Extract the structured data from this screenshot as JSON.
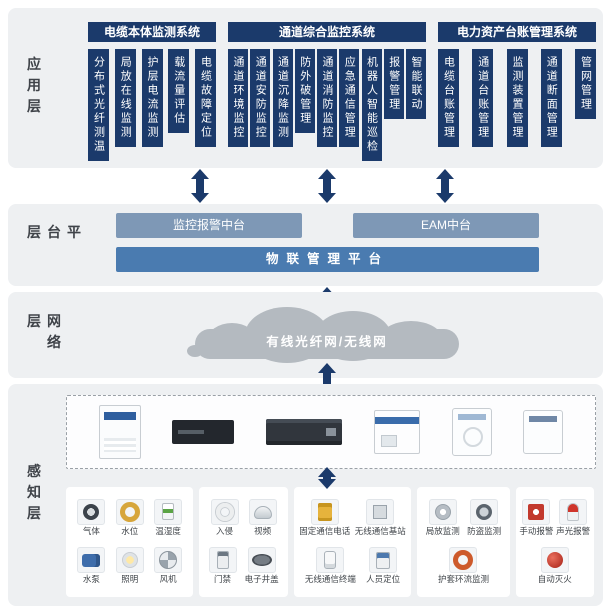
{
  "app_layer": {
    "label": "应用层",
    "groups": [
      {
        "title": "电缆本体监测系统",
        "items": [
          "分布式光纤测温",
          "局放在线监测",
          "护层电流监测",
          "载流量评估",
          "电缆故障定位"
        ]
      },
      {
        "title": "通道综合监控系统",
        "items": [
          "通道环境监控",
          "通道安防监控",
          "通道沉降监测",
          "防外破管理",
          "通道消防监控",
          "应急通信管理",
          "机器人智能巡检",
          "报警管理",
          "智能联动"
        ]
      },
      {
        "title": "电力资产台账管理系统",
        "items": [
          "电缆台账管理",
          "通道台账管理",
          "监测装置管理",
          "通道断面管理",
          "管网管理"
        ]
      }
    ]
  },
  "platform_layer": {
    "label": "平台层",
    "boxes": [
      "监控报警中台",
      "EAM中台"
    ],
    "bottom_bar": "物联管理平台"
  },
  "network_layer": {
    "label": "网络层",
    "cloud_label": "有线光纤网/无线网"
  },
  "perception_layer": {
    "label": "感知层",
    "equipment_icons": [
      "monitoring-cabinet",
      "dvr-recorder",
      "rack-server",
      "junction-box",
      "wall-terminal",
      "distribution-box"
    ],
    "sensor_groups": [
      {
        "row1": [
          {
            "label": "气体",
            "icon": "gas-sensor"
          },
          {
            "label": "水位",
            "icon": "water-level-sensor"
          },
          {
            "label": "温湿度",
            "icon": "temperature-humidity-sensor"
          }
        ],
        "row2": [
          {
            "label": "水泵",
            "icon": "water-pump"
          },
          {
            "label": "照明",
            "icon": "lighting"
          },
          {
            "label": "风机",
            "icon": "fan"
          }
        ]
      },
      {
        "row1": [
          {
            "label": "入侵",
            "icon": "intrusion-sensor"
          },
          {
            "label": "视频",
            "icon": "video-camera"
          }
        ],
        "row2": [
          {
            "label": "门禁",
            "icon": "access-control"
          },
          {
            "label": "电子井盖",
            "icon": "electronic-manhole-cover"
          }
        ]
      },
      {
        "row1": [
          {
            "label": "固定通信电话",
            "icon": "fixed-telephone"
          },
          {
            "label": "无线通信基站",
            "icon": "wireless-base-station"
          }
        ],
        "row2": [
          {
            "label": "无线通信终端",
            "icon": "wireless-terminal"
          },
          {
            "label": "人员定位",
            "icon": "personnel-positioning"
          }
        ]
      },
      {
        "row1": [
          {
            "label": "局放监测",
            "icon": "partial-discharge-monitor"
          },
          {
            "label": "防盗监测",
            "icon": "anti-theft-monitor"
          }
        ],
        "row2": [
          {
            "label": "护套环流监测",
            "icon": "sheath-circulating-current-monitor"
          }
        ]
      },
      {
        "row1": [
          {
            "label": "手动报警",
            "icon": "manual-alarm"
          },
          {
            "label": "声光报警",
            "icon": "sound-light-alarm"
          }
        ],
        "row2": [
          {
            "label": "自动灭火",
            "icon": "automatic-fire-extinguisher"
          }
        ]
      }
    ]
  },
  "colors": {
    "navy": "#1b3a6b",
    "mid_blue": "#7e98b6",
    "bar_blue": "#4a7bb0",
    "cloud_gray": "#b4bac0",
    "band_gray": "#eef0f2"
  }
}
